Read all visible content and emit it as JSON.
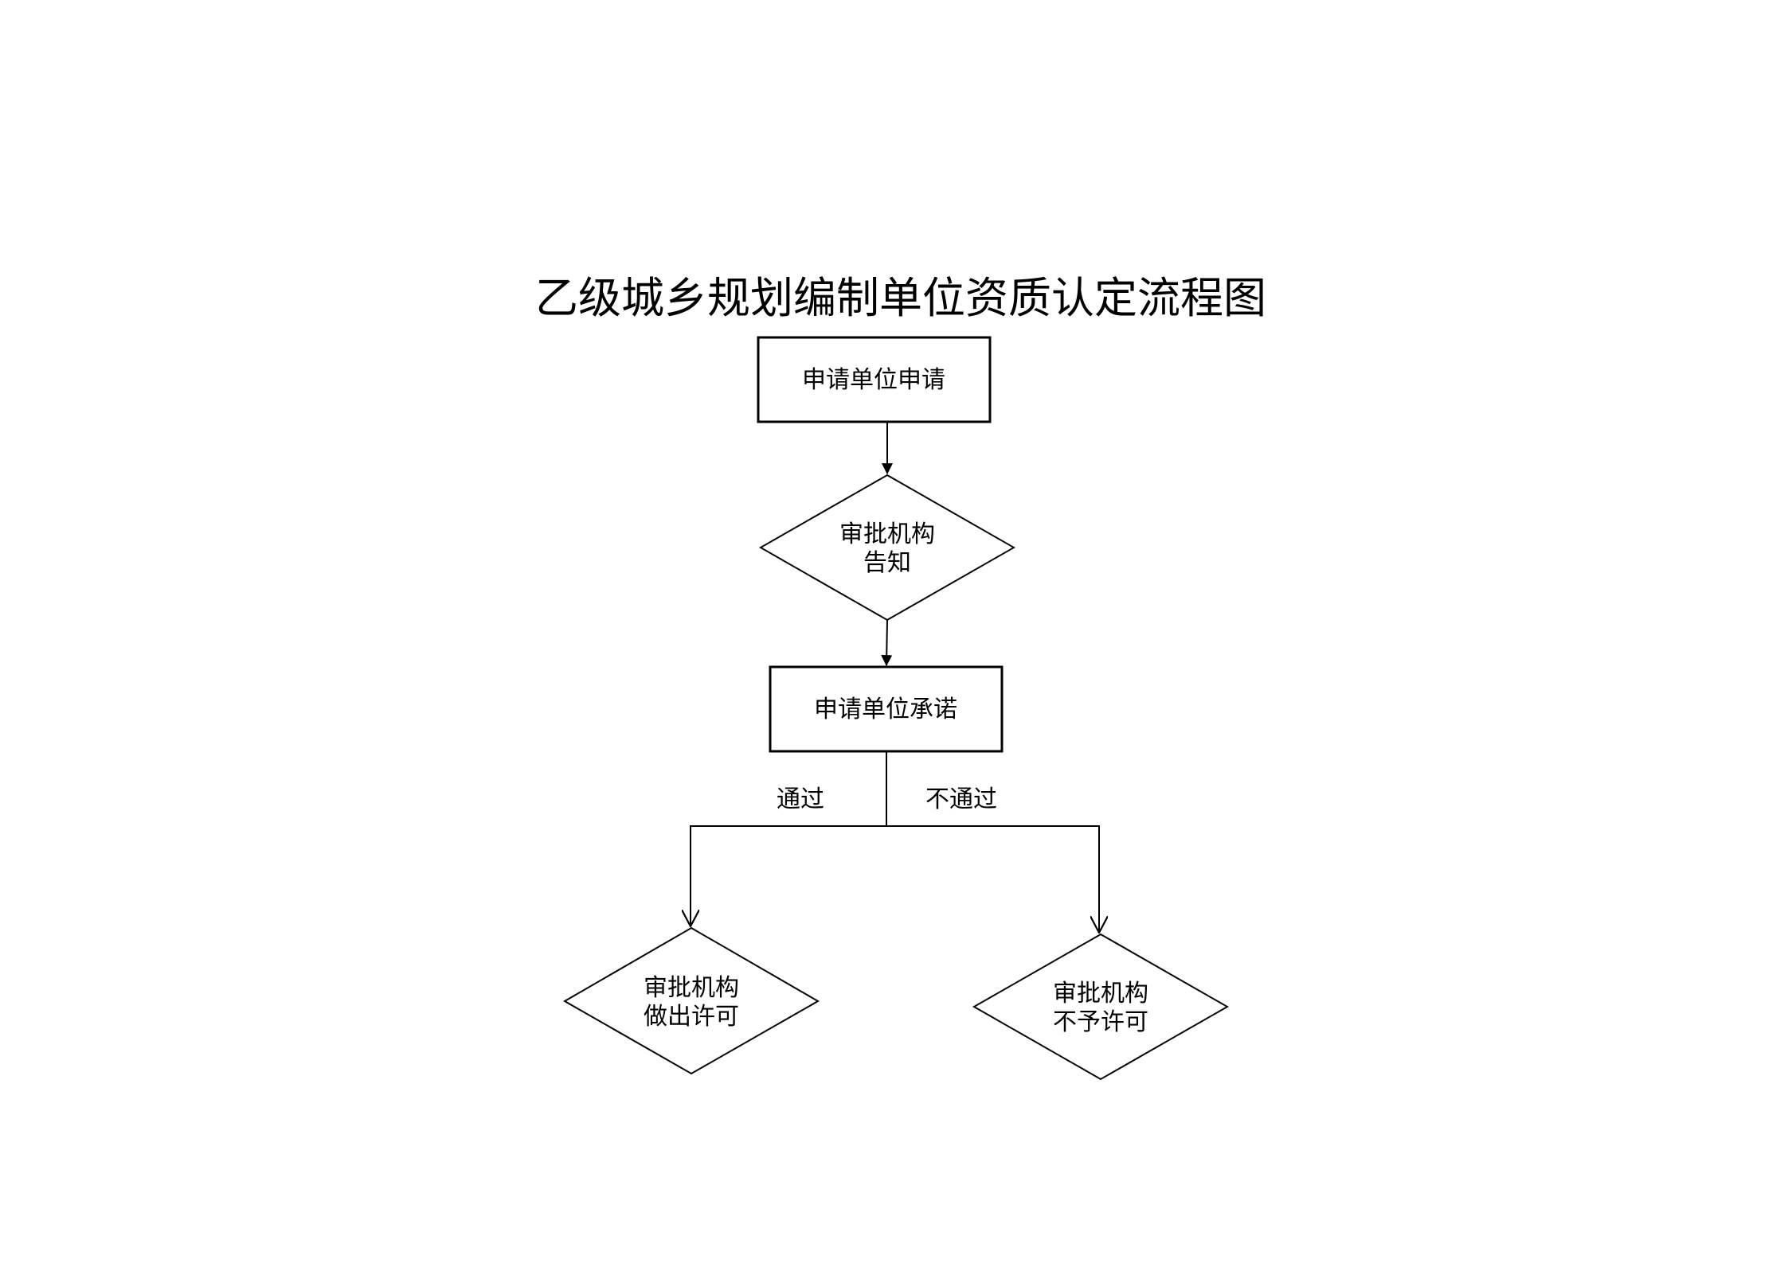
{
  "title": "乙级城乡规划编制单位资质认定流程图",
  "nodes": {
    "apply": {
      "label": "申请单位申请"
    },
    "notify": {
      "line1": "审批机构",
      "line2": "告知"
    },
    "commit": {
      "label": "申请单位承诺"
    },
    "grant": {
      "line1": "审批机构",
      "line2": "做出许可"
    },
    "deny": {
      "line1": "审批机构",
      "line2": "不予许可"
    }
  },
  "edges": {
    "pass_label": "通过",
    "fail_label": "不通过"
  },
  "colors": {
    "stroke": "#000000",
    "background": "#ffffff"
  }
}
